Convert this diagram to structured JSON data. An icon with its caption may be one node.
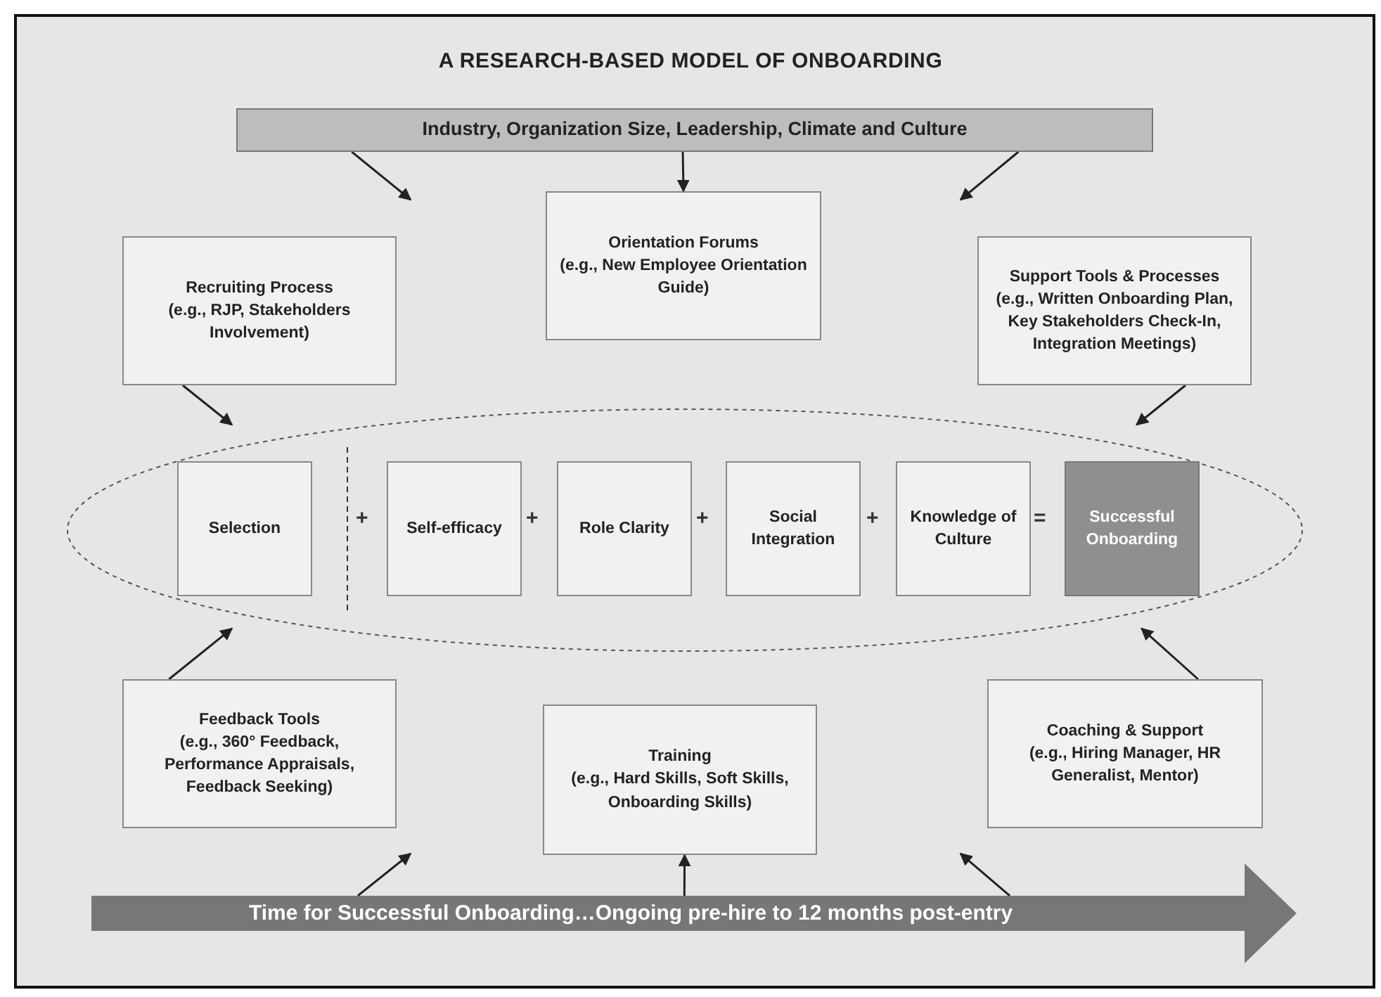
{
  "diagram": {
    "title": "A RESEARCH-BASED MODEL OF ONBOARDING",
    "nodes": [
      {
        "text": [
          "Industry, Organization Size, Leadership, Climate and Culture"
        ]
      },
      {
        "text": [
          "Orientation Forums",
          "(e.g., New Employee Orientation Guide)"
        ]
      },
      {
        "text": [
          "Recruiting Process",
          "(e.g., RJP, Stakeholders Involvement)"
        ]
      },
      {
        "text": [
          "Support Tools & Processes",
          "(e.g., Written Onboarding Plan, Key Stakeholders Check-In, Integration Meetings)"
        ]
      },
      {
        "text": [],
        "shape": "ellipse"
      },
      {
        "text": [
          "Selection"
        ],
        "in": 4
      },
      {
        "text": [
          "Self-efficacy"
        ],
        "in": 4
      },
      {
        "text": [
          "Role Clarity"
        ],
        "in": 4
      },
      {
        "text": [
          "Social Integration"
        ],
        "in": 4
      },
      {
        "text": [
          "Knowledge of Culture"
        ],
        "in": 4
      },
      {
        "text": [
          "Successful Onboarding"
        ],
        "in": 4
      },
      {
        "text": [
          "Feedback Tools",
          "(e.g., 360° Feedback, Performance Appraisals, Feedback Seeking)"
        ]
      },
      {
        "text": [
          "Training",
          "(e.g., Hard Skills, Soft Skills, Onboarding Skills)"
        ]
      },
      {
        "text": [
          "Coaching & Support",
          "(e.g., Hiring Manager, HR Generalist, Mentor)"
        ]
      },
      {
        "text": [
          "Time for Successful Onboarding…Ongoing pre-hire to 12 months post-entry"
        ]
      }
    ],
    "edges": [
      {
        "from": 0,
        "to": null,
        "arrow": "to"
      },
      {
        "from": 0,
        "to": 1,
        "arrow": "to"
      },
      {
        "from": 0,
        "to": null,
        "arrow": "to"
      },
      {
        "from": 2,
        "to": 4,
        "arrow": "to"
      },
      {
        "from": 3,
        "to": 4,
        "arrow": "to"
      },
      {
        "from": 11,
        "to": 4,
        "arrow": "to"
      },
      {
        "from": 13,
        "to": 4,
        "arrow": "to"
      },
      {
        "from": 14,
        "to": 11,
        "arrow": "to"
      },
      {
        "from": 14,
        "to": 12,
        "arrow": "to"
      },
      {
        "from": 14,
        "to": 13,
        "arrow": "to"
      }
    ],
    "labels": [
      "+",
      "+",
      "+",
      "+",
      "="
    ]
  }
}
